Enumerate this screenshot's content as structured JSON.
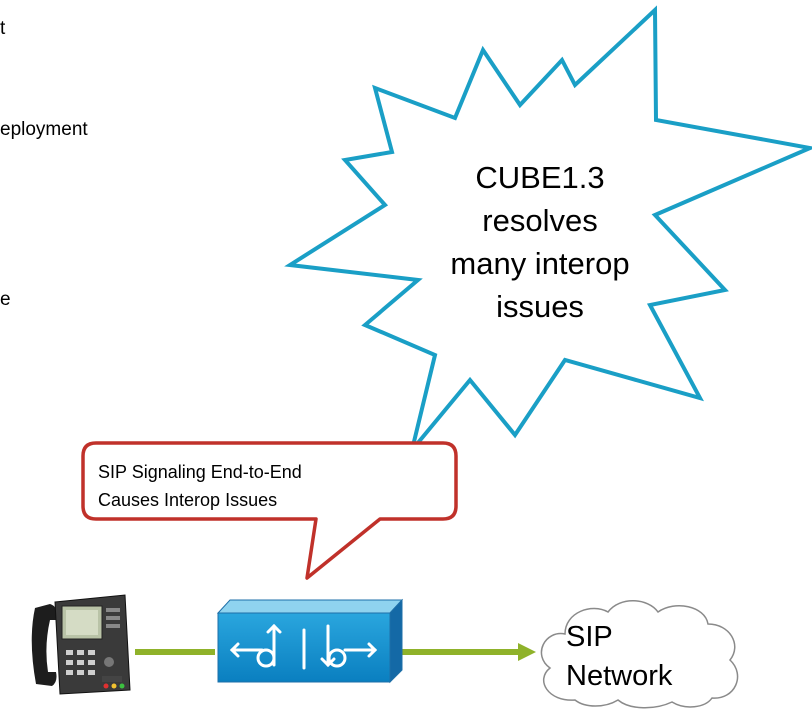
{
  "slide": {
    "bullet_fragments": [
      "t",
      "eployment",
      "e"
    ]
  },
  "starburst": {
    "lines": [
      "CUBE1.3",
      "resolves",
      "many interop",
      "issues"
    ],
    "stroke_color": "#1a9fc6"
  },
  "callout": {
    "lines": [
      "SIP Signaling End-to-End",
      "Causes Interop Issues"
    ],
    "stroke_color": "#c0312a"
  },
  "cloud": {
    "lines": [
      "SIP",
      "Network"
    ]
  },
  "connector": {
    "color": "#8fb22a"
  },
  "icons": {
    "phone": "ip-phone-icon",
    "gateway": "cube-router-icon",
    "cloud": "cloud-icon"
  }
}
